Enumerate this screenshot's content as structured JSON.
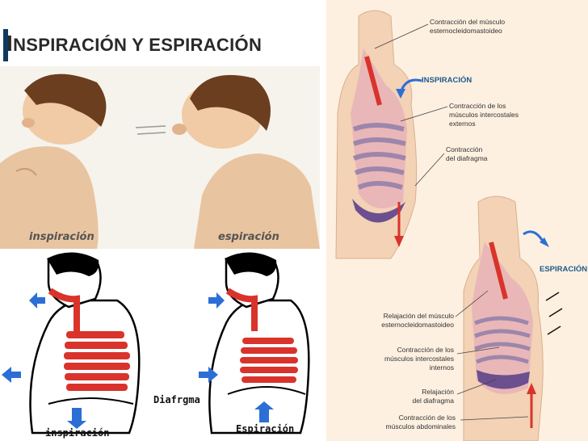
{
  "title": {
    "first_letter": "I",
    "rest": "NSPIRACIÓN Y ESPIRACIÓN"
  },
  "photos": {
    "left_caption": "inspiración",
    "right_caption": "espiración"
  },
  "diagrams": {
    "label_diaphragm": "Diafrgma",
    "caption_left": "inspiración",
    "caption_right": "Espiración"
  },
  "anatomy": {
    "inspiracion_heading": "INSPIRACIÓN",
    "espiracion_heading": "ESPIRACIÓN",
    "top_labels": [
      {
        "line1": "Contracción del músculo",
        "line2": "esternocleidomastoideo",
        "line3": ""
      },
      {
        "line1": "Contracción de los",
        "line2": "músculos intercostales",
        "line3": "externos"
      },
      {
        "line1": "Contracción",
        "line2": "del diafragma",
        "line3": ""
      }
    ],
    "bottom_labels": [
      {
        "line1": "Relajación del músculo",
        "line2": "esternocleidomastoideo",
        "line3": ""
      },
      {
        "line1": "Contracción de los",
        "line2": "músculos intercostales",
        "line3": "internos"
      },
      {
        "line1": "Relajación",
        "line2": "del diafragma",
        "line3": ""
      },
      {
        "line1": "Contracción de los",
        "line2": "músculos abdominales",
        "line3": ""
      }
    ]
  },
  "colors": {
    "title_accent": "#0f3a5f",
    "muscle_red": "#d9332b",
    "arrow_blue": "#2b6fd6",
    "skin": "#f1c9a4",
    "diaphragm_purple": "#6b4f8f"
  }
}
